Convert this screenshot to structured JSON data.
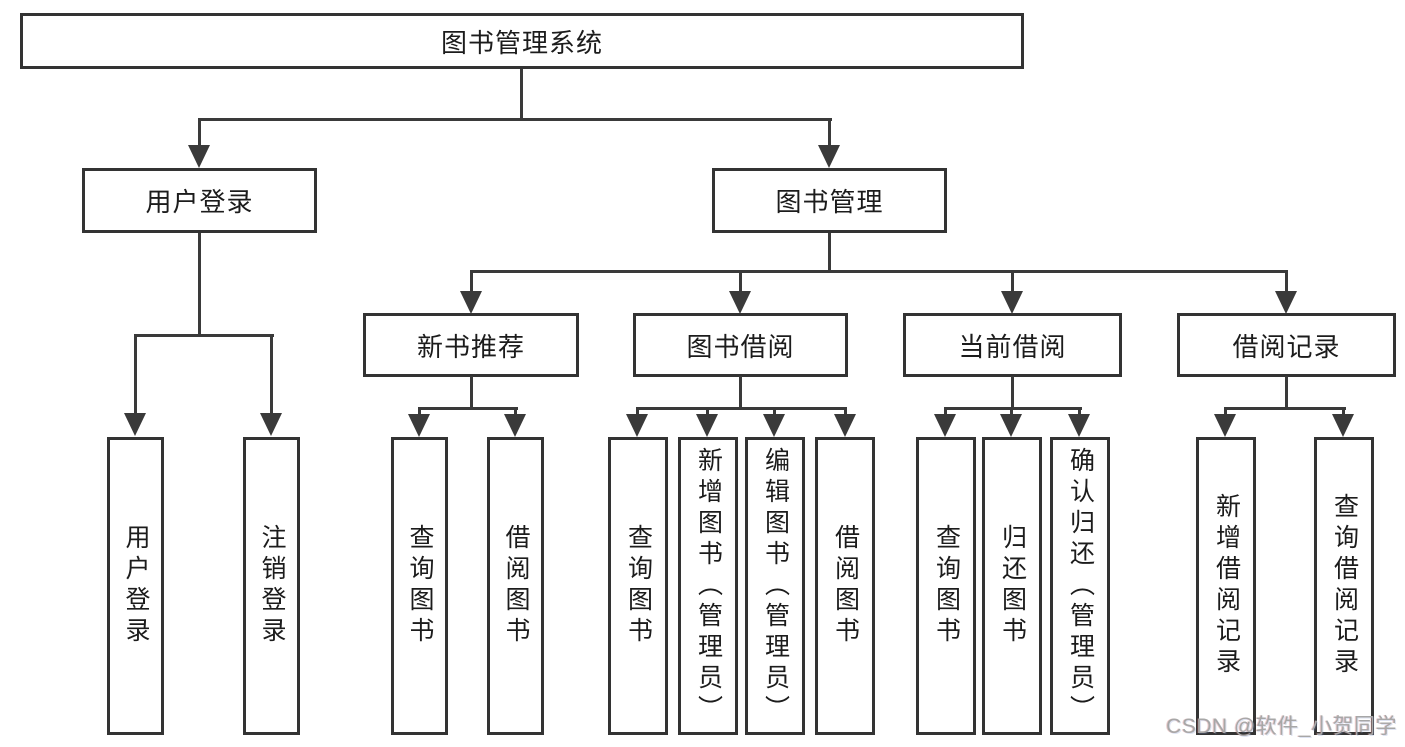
{
  "tree": {
    "root": {
      "label": "图书管理系统"
    },
    "branches": [
      {
        "label": "用户登录",
        "leaves": [
          {
            "label": "用户登录"
          },
          {
            "label": "注销登录"
          }
        ]
      },
      {
        "label": "图书管理",
        "groups": [
          {
            "label": "新书推荐",
            "leaves": [
              {
                "label": "查询图书"
              },
              {
                "label": "借阅图书"
              }
            ]
          },
          {
            "label": "图书借阅",
            "leaves": [
              {
                "label": "查询图书"
              },
              {
                "label": "新增图书（管理员）"
              },
              {
                "label": "编辑图书（管理员）"
              },
              {
                "label": "借阅图书"
              }
            ]
          },
          {
            "label": "当前借阅",
            "leaves": [
              {
                "label": "查询图书"
              },
              {
                "label": "归还图书"
              },
              {
                "label": "确认归还（管理员）"
              }
            ]
          },
          {
            "label": "借阅记录",
            "leaves": [
              {
                "label": "新增借阅记录"
              },
              {
                "label": "查询借阅记录"
              }
            ]
          }
        ]
      }
    ]
  },
  "watermark": {
    "text": "CSDN @软件_小贺同学"
  },
  "colors": {
    "line": "#3a3a3a",
    "border": "#333333",
    "text": "#1c1c1c",
    "background": "#ffffff",
    "watermark": "#a7a7a7"
  }
}
